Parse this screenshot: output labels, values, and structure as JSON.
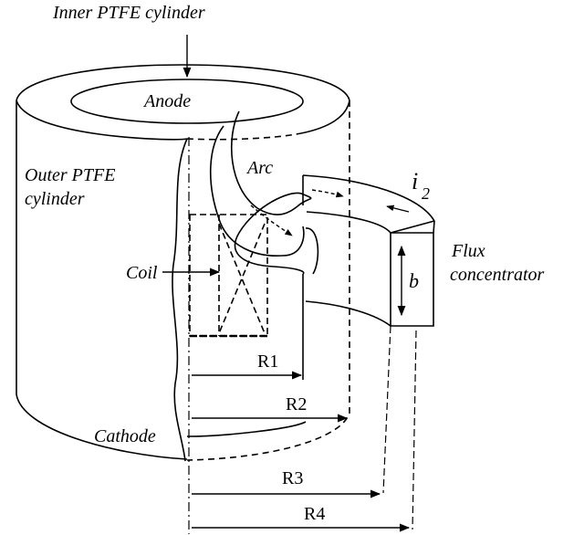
{
  "labels": {
    "inner_cylinder": "Inner PTFE cylinder",
    "anode": "Anode",
    "outer_cylinder_line1": "Outer PTFE",
    "outer_cylinder_line2": "cylinder",
    "arc": "Arc",
    "current_symbol": "i",
    "current_subscript": "2",
    "flux_line1": "Flux",
    "flux_line2": "concentrator",
    "height_symbol": "b",
    "coil": "Coil",
    "cathode": "Cathode",
    "r1": "R1",
    "r2": "R2",
    "r3": "R3",
    "r4": "R4"
  },
  "colors": {
    "stroke": "#000000",
    "background": "#ffffff"
  }
}
